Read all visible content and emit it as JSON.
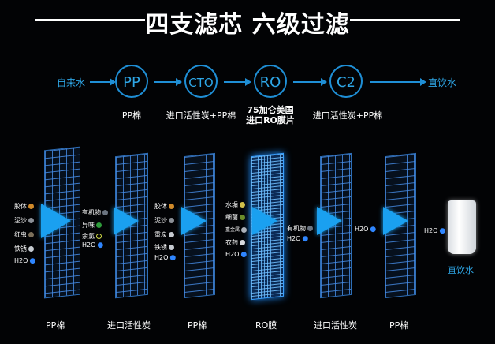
{
  "header": {
    "title": "四支滤芯  六级过滤"
  },
  "flow": {
    "start_label": "自来水",
    "end_label": "直饮水",
    "stages": [
      {
        "code": "PP",
        "caption": "PP棉"
      },
      {
        "code": "CTO",
        "caption": "进口活性炭+PP棉"
      },
      {
        "code": "RO",
        "caption_line1": "75加仑美国",
        "caption_line2": "进口RO膜片"
      },
      {
        "code": "C2",
        "caption": "进口活性炭+PP棉"
      }
    ]
  },
  "filters": {
    "layer1": {
      "label": "PP棉",
      "items": [
        "胶体",
        "泥沙",
        "红虫",
        "铁锈",
        "H2O"
      ]
    },
    "layer2": {
      "label": "进口活性炭",
      "items": [
        "有机物",
        "异味",
        "余氯",
        "H2O"
      ]
    },
    "layer3": {
      "label": "PP棉",
      "items": [
        "胶体",
        "泥沙",
        "重炭",
        "铁锈",
        "H2O"
      ]
    },
    "layer4": {
      "label": "RO膜",
      "items": [
        "水垢",
        "细菌",
        "重金属",
        "农药",
        "H2O"
      ]
    },
    "layer5": {
      "label": "进口活性炭",
      "items": [
        "有机物",
        "H2O"
      ]
    },
    "layer6": {
      "label": "PP棉",
      "items": [
        "H2O"
      ]
    },
    "output": {
      "item": "H2O",
      "label": "直饮水"
    }
  },
  "colors": {
    "accent": "#1f8fd6",
    "arrow": "#1aa0f0",
    "background": "#000000"
  },
  "icons": [
    "sediment-icon",
    "water-drop-icon",
    "filter-mesh-icon",
    "glass-icon"
  ]
}
